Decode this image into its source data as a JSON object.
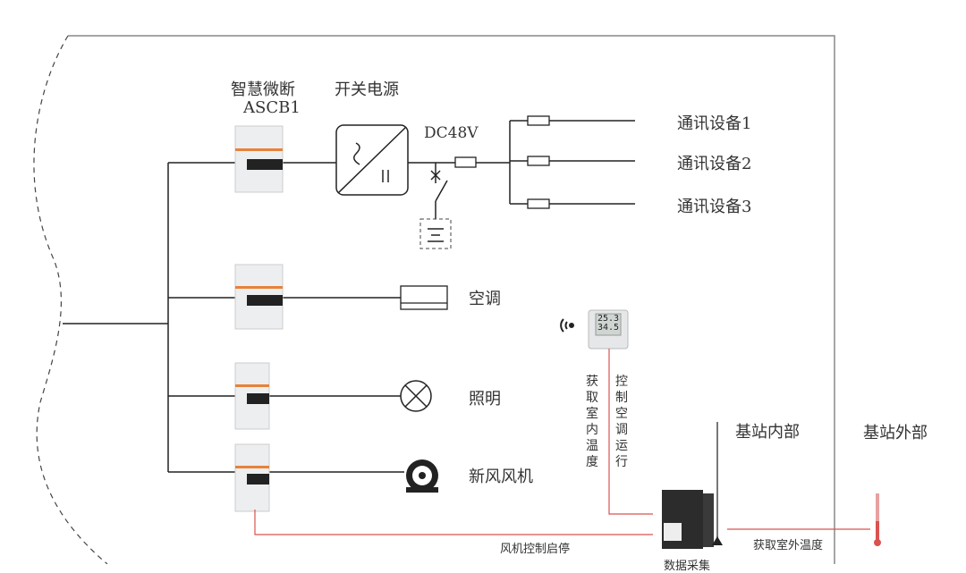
{
  "breaker": {
    "name": "智慧微断",
    "model": "ASCB1"
  },
  "power_supply": {
    "label": "开关电源"
  },
  "dc_voltage": "DC48V",
  "comm_devices": [
    "通讯设备1",
    "通讯设备2",
    "通讯设备3"
  ],
  "loads": {
    "ac": "空调",
    "lighting": "照明",
    "fan": "新风风机"
  },
  "sensor": {
    "temp": "25.3",
    "humidity": "34.5"
  },
  "signals": {
    "indoor_temp": "获取室内温度",
    "ac_control": "控制空调运行",
    "fan_control": "风机控制启停",
    "outdoor_temp": "获取室外温度"
  },
  "collector": {
    "label": "数据采集"
  },
  "zones": {
    "inside": "基站内部",
    "outside": "基站外部"
  },
  "colors": {
    "signal_line": "#d9534f",
    "breaker_accent": "#e8823a",
    "line": "#222222"
  }
}
